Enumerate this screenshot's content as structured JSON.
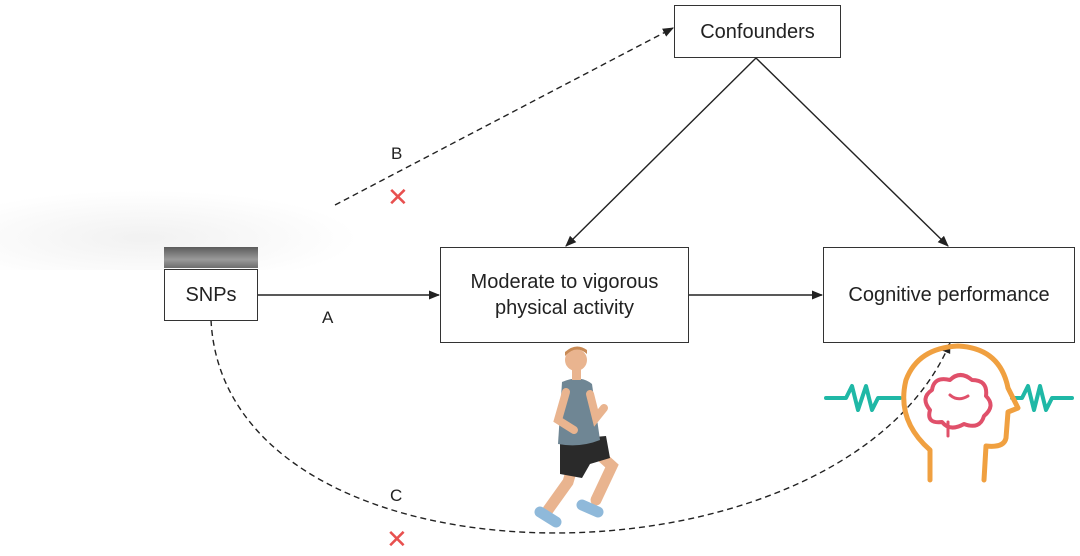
{
  "nodes": {
    "confounders": "Confounders",
    "snps": "SNPs",
    "mvpa_line1": "Moderate to vigorous",
    "mvpa_line2": "physical activity",
    "cognitive": "Cognitive performance"
  },
  "paths": {
    "a": "A",
    "b": "B",
    "c": "C"
  },
  "markers": {
    "cross_symbol": "✕"
  },
  "colors": {
    "cross": "#e8504f",
    "brain": "#e0506a",
    "head": "#f0a040",
    "wave": "#1fb8a6"
  },
  "icons": {
    "runner": "runner-illustration",
    "head": "head-brain-illustration"
  }
}
